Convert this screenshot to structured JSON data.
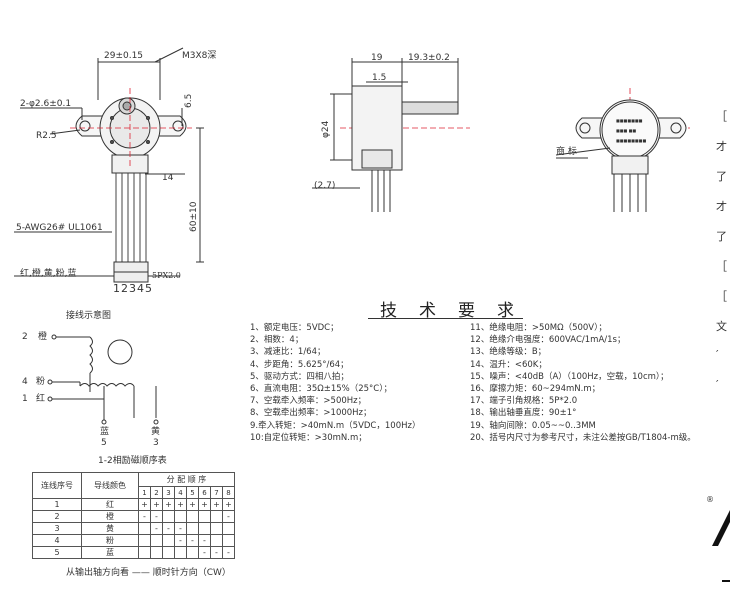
{
  "front_view": {
    "dims": {
      "width_tol": "29±0.15",
      "thread": "M3X8深",
      "hole": "2-φ2.6±0.1",
      "radius": "R2.5",
      "offset": "6.5",
      "strip_w": "14",
      "lead_len": "60±10"
    },
    "wire_spec": "5-AWG26# UL1061",
    "wire_colors": "红,橙,黄,粉,蓝",
    "connector": "5PX2.0",
    "pin_numbers": "12345"
  },
  "side_view": {
    "dims": {
      "body_w": "19",
      "shaft_len": "19.3±0.2",
      "flange": "1.5",
      "diameter": "φ24",
      "offset": "(2.7)"
    }
  },
  "label_view": {
    "mark_label": "商 标"
  },
  "wiring": {
    "title": "接线示意图",
    "n2": "2",
    "n2_color": "橙",
    "n4": "4",
    "n4_color": "粉",
    "n1": "1",
    "n1_color": "红",
    "blue": "蓝",
    "blue_num": "5",
    "yellow": "黄",
    "yellow_num": "3"
  },
  "spec_title": "技术要求",
  "specs_left": [
    "1、额定电压：5VDC；",
    "2、相数：4；",
    "3、减速比：1/64；",
    "4、步距角：5.625°/64；",
    "5、驱动方式：四相八拍；",
    "6、直流电阻：35Ω±15%（25°C）；",
    "7、空载牵入频率：>500Hz；",
    "8、空载牵出频率：>1000Hz；",
    "9.牵入转矩：>40mN.m（5VDC，100Hz）",
    "10:自定位转矩：>30mN.m；"
  ],
  "specs_right": [
    "11、绝缘电阻：>50MΩ（500V）；",
    "12、绝缘介电强度：600VAC/1mA/1s；",
    "13、绝缘等级：B；",
    "14、温升：<60K；",
    "15、噪声：<40dB（A）（100Hz，空载，10cm）；",
    "16、摩擦力矩：60~294mN.m；",
    "17、端子引角规格：5P*2.0",
    "18、输出轴垂直度：90±1°",
    "19、轴向间隙：0.05~~0..3MM",
    "20、括号内尺寸为参考尺寸，未注公差按GB/T1804-m级。"
  ],
  "table": {
    "caption": "1-2相励磁顺序表",
    "col_seq": "连线序号",
    "col_color": "导线颜色",
    "col_dist": "分 配 顺 序",
    "steps": [
      "1",
      "2",
      "3",
      "4",
      "5",
      "6",
      "7",
      "8"
    ],
    "rows": [
      {
        "seq": "1",
        "color": "红",
        "cells": [
          "+",
          "+",
          "+",
          "+",
          "+",
          "+",
          "+",
          "+"
        ]
      },
      {
        "seq": "2",
        "color": "橙",
        "cells": [
          "-",
          "-",
          "",
          "",
          "",
          "",
          "",
          "-"
        ]
      },
      {
        "seq": "3",
        "color": "黄",
        "cells": [
          "",
          "-",
          "-",
          "-",
          "",
          "",
          "",
          ""
        ]
      },
      {
        "seq": "4",
        "color": "粉",
        "cells": [
          "",
          "",
          "",
          "-",
          "-",
          "-",
          "",
          ""
        ]
      },
      {
        "seq": "5",
        "color": "蓝",
        "cells": [
          "",
          "",
          "",
          "",
          "",
          "-",
          "-",
          "-"
        ]
      }
    ],
    "footer": "从输出轴方向看 —— 顺时针方向（CW）"
  },
  "edge_glyphs": [
    "［",
    "才",
    "了",
    "才",
    "了",
    "［",
    "［",
    "文",
    "′",
    "′"
  ],
  "edge_mark": "®"
}
